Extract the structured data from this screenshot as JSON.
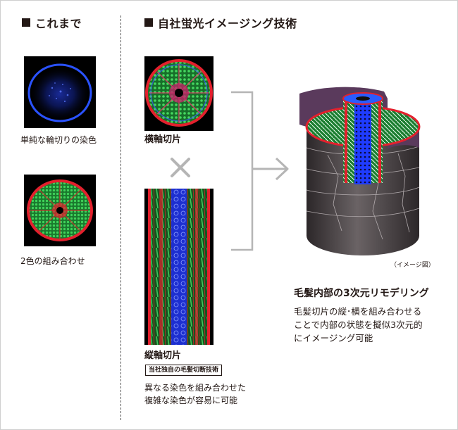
{
  "left": {
    "heading": "これまで",
    "caption_single": "単純な輪切りの染色",
    "caption_two": "2色の組み合わせ"
  },
  "right": {
    "heading": "自社蛍光イメージング技術",
    "cross_section_label": "横軸切片",
    "longitudinal_label": "縦軸切片",
    "proprietary_badge": "当社独自の毛髪切断技術",
    "multi_stain_note": [
      "異なる染色を組み合わせた",
      "複雑な染色が容易に可能"
    ],
    "image_note": "（イメージ図）",
    "model_title": "毛髪内部の3次元リモデリング",
    "model_description": [
      "毛髪切片の縦･横を組み合わせる",
      "ことで内部の状態を擬似3次元的",
      "にイメージング可能"
    ]
  },
  "colors": {
    "text": "#231815",
    "arrow": "#b5b5b5",
    "stain_blue": "#1f3cff",
    "stain_green": "#2fb34a",
    "stain_red": "#e3202d",
    "cylinder": "#4a4446"
  }
}
